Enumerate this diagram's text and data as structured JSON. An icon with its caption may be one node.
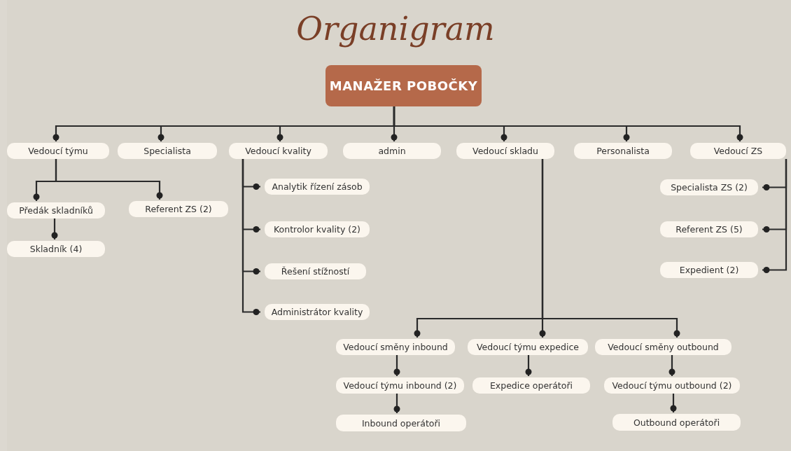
{
  "diagram": {
    "title": "Organigram",
    "nodes": [
      {
        "text": [
          "MANAŽER POBOČKY"
        ]
      },
      {
        "text": [
          "Vedoucí týmu"
        ]
      },
      {
        "text": [
          "Specialista"
        ]
      },
      {
        "text": [
          "Vedoucí kvality"
        ]
      },
      {
        "text": [
          "admin"
        ]
      },
      {
        "text": [
          "Vedoucí skladu"
        ]
      },
      {
        "text": [
          "Personalista"
        ]
      },
      {
        "text": [
          "Vedoucí ZS"
        ]
      },
      {
        "text": [
          "Předák skladníků"
        ]
      },
      {
        "text": [
          "Referent ZS (2)"
        ]
      },
      {
        "text": [
          "Skladník (4)"
        ]
      },
      {
        "text": [
          "Analytik řízení zásob"
        ]
      },
      {
        "text": [
          "Kontrolor kvality (2)"
        ]
      },
      {
        "text": [
          "Řešení stížností"
        ]
      },
      {
        "text": [
          "Administrátor kvality"
        ]
      },
      {
        "text": [
          "Specialista ZS (2)"
        ]
      },
      {
        "text": [
          "Referent ZS (5)"
        ]
      },
      {
        "text": [
          "Expedient (2)"
        ]
      },
      {
        "text": [
          "Vedoucí směny inbound"
        ]
      },
      {
        "text": [
          "Vedoucí týmu expedice"
        ]
      },
      {
        "text": [
          "Vedoucí směny outbound"
        ]
      },
      {
        "text": [
          "Vedoucí týmu inbound (2)"
        ]
      },
      {
        "text": [
          "Expedice operátoři"
        ]
      },
      {
        "text": [
          "Vedoucí týmu outbound (2)"
        ]
      },
      {
        "text": [
          "Inbound operátoři"
        ]
      },
      {
        "text": [
          "Outbound operátoři"
        ]
      }
    ],
    "edges": [
      {
        "from": 0,
        "to": 1,
        "arrow": "other"
      },
      {
        "from": 0,
        "to": 2,
        "arrow": "other"
      },
      {
        "from": 0,
        "to": 3,
        "arrow": "other"
      },
      {
        "from": 0,
        "to": 4,
        "arrow": "other"
      },
      {
        "from": 0,
        "to": 5,
        "arrow": "other"
      },
      {
        "from": 0,
        "to": 6,
        "arrow": "other"
      },
      {
        "from": 0,
        "to": 7,
        "arrow": "other"
      },
      {
        "from": 1,
        "to": 8,
        "arrow": "other"
      },
      {
        "from": 1,
        "to": 9,
        "arrow": "other"
      },
      {
        "from": 8,
        "to": 10,
        "arrow": "other"
      },
      {
        "from": 3,
        "to": 11,
        "arrow": "other"
      },
      {
        "from": 3,
        "to": 12,
        "arrow": "other"
      },
      {
        "from": 3,
        "to": 13,
        "arrow": "other"
      },
      {
        "from": 3,
        "to": 14,
        "arrow": "other"
      },
      {
        "from": 7,
        "to": 15,
        "arrow": "other"
      },
      {
        "from": 7,
        "to": 16,
        "arrow": "other"
      },
      {
        "from": 7,
        "to": 17,
        "arrow": "other"
      },
      {
        "from": 5,
        "to": 18,
        "arrow": "other"
      },
      {
        "from": 5,
        "to": 19,
        "arrow": "other"
      },
      {
        "from": 5,
        "to": 20,
        "arrow": "other"
      },
      {
        "from": 18,
        "to": 21,
        "arrow": "other"
      },
      {
        "from": 21,
        "to": 24,
        "arrow": "other"
      },
      {
        "from": 19,
        "to": 22,
        "arrow": "other"
      },
      {
        "from": 20,
        "to": 23,
        "arrow": "other"
      },
      {
        "from": 23,
        "to": 25,
        "arrow": "other"
      }
    ]
  }
}
